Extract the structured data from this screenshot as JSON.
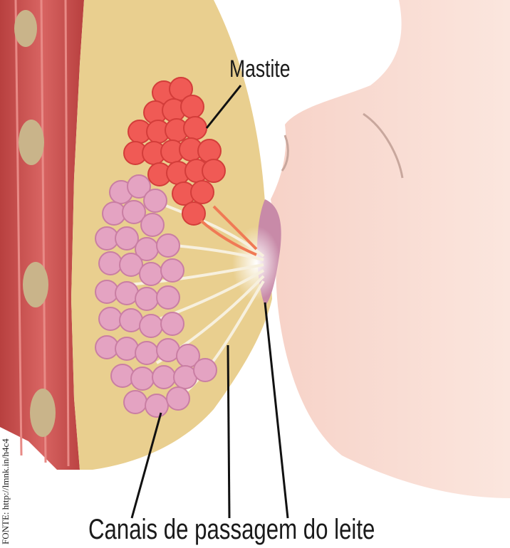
{
  "labels": {
    "mastitis": "Mastite",
    "milk_ducts": "Canais de passagem do leite"
  },
  "source": "FONTE: http://lmnk.in/h4c4",
  "colors": {
    "muscle": "#c9504f",
    "fat_tissue": "#e9cf8f",
    "inflamed_lobules": "#f05a55",
    "healthy_lobules": "#e4a3c2",
    "baby_skin": "#f8d7cc",
    "nipple": "#c88aa8"
  }
}
